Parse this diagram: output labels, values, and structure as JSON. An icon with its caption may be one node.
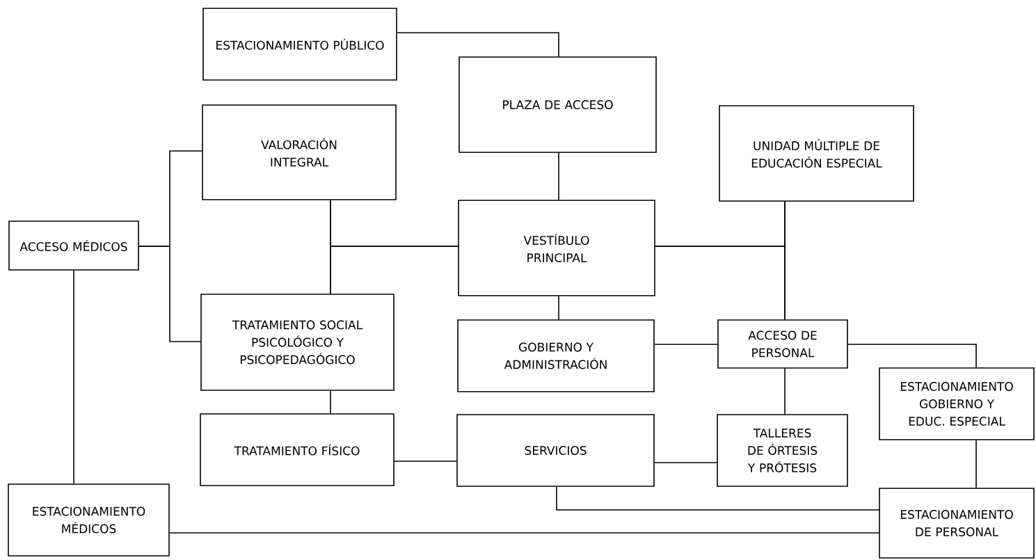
{
  "diagram": {
    "nodes": [
      {
        "text": [
          "ESTACIONAMIENTO PÚBLICO"
        ]
      },
      {
        "text": [
          "PLAZA DE ACCESO"
        ]
      },
      {
        "text": [
          "VALORACIÓN INTEGRAL"
        ]
      },
      {
        "text": [
          "UNIDAD MÚLTIPLE DE EDUCACIÓN ESPECIAL"
        ]
      },
      {
        "text": [
          "ACCESO MÉDICOS"
        ]
      },
      {
        "text": [
          "VESTÍBULO PRINCIPAL"
        ]
      },
      {
        "text": [
          "TRATAMIENTO SOCIAL PSICOLÓGICO Y PSICOPEDAGÓGICO"
        ]
      },
      {
        "text": [
          "GOBIERNO Y ADMINISTRACIÓN"
        ]
      },
      {
        "text": [
          "ACCESO DE PERSONAL"
        ]
      },
      {
        "text": [
          "TRATAMIENTO FÍSICO"
        ]
      },
      {
        "text": [
          "SERVICIOS"
        ]
      },
      {
        "text": [
          "TALLERES DE ÓRTESIS Y PRÓTESIS"
        ]
      },
      {
        "text": [
          "ESTACIONAMIENTO GOBIERNO Y EDUC. ESPECIAL"
        ]
      },
      {
        "text": [
          "ESTACIONAMIENTO MÉDICOS"
        ]
      },
      {
        "text": [
          "ESTACIONAMIENTO DE PERSONAL"
        ]
      }
    ],
    "edges": [
      {
        "from": 0,
        "to": 1,
        "arrow": "none"
      },
      {
        "from": 1,
        "to": 5,
        "arrow": "none"
      },
      {
        "from": 4,
        "to": 2,
        "arrow": "none"
      },
      {
        "from": 4,
        "to": 6,
        "arrow": "none"
      },
      {
        "from": 2,
        "to": 6,
        "arrow": "none"
      },
      {
        "from": 5,
        "to": 2,
        "arrow": "none"
      },
      {
        "from": 5,
        "to": 6,
        "arrow": "none"
      },
      {
        "from": 5,
        "to": 3,
        "arrow": "none"
      },
      {
        "from": 5,
        "to": 8,
        "arrow": "none"
      },
      {
        "from": 3,
        "to": 8,
        "arrow": "none"
      },
      {
        "from": 5,
        "to": 7,
        "arrow": "none"
      },
      {
        "from": 7,
        "to": 8,
        "arrow": "none"
      },
      {
        "from": 8,
        "to": 12,
        "arrow": "none"
      },
      {
        "from": 8,
        "to": 11,
        "arrow": "none"
      },
      {
        "from": 6,
        "to": 9,
        "arrow": "none"
      },
      {
        "from": 9,
        "to": 10,
        "arrow": "none"
      },
      {
        "from": 10,
        "to": 11,
        "arrow": "none"
      },
      {
        "from": 12,
        "to": 14,
        "arrow": "none"
      },
      {
        "from": 10,
        "to": 14,
        "arrow": "none"
      },
      {
        "from": 13,
        "to": 14,
        "arrow": "none"
      },
      {
        "from": 4,
        "to": 13,
        "arrow": "none"
      }
    ]
  }
}
